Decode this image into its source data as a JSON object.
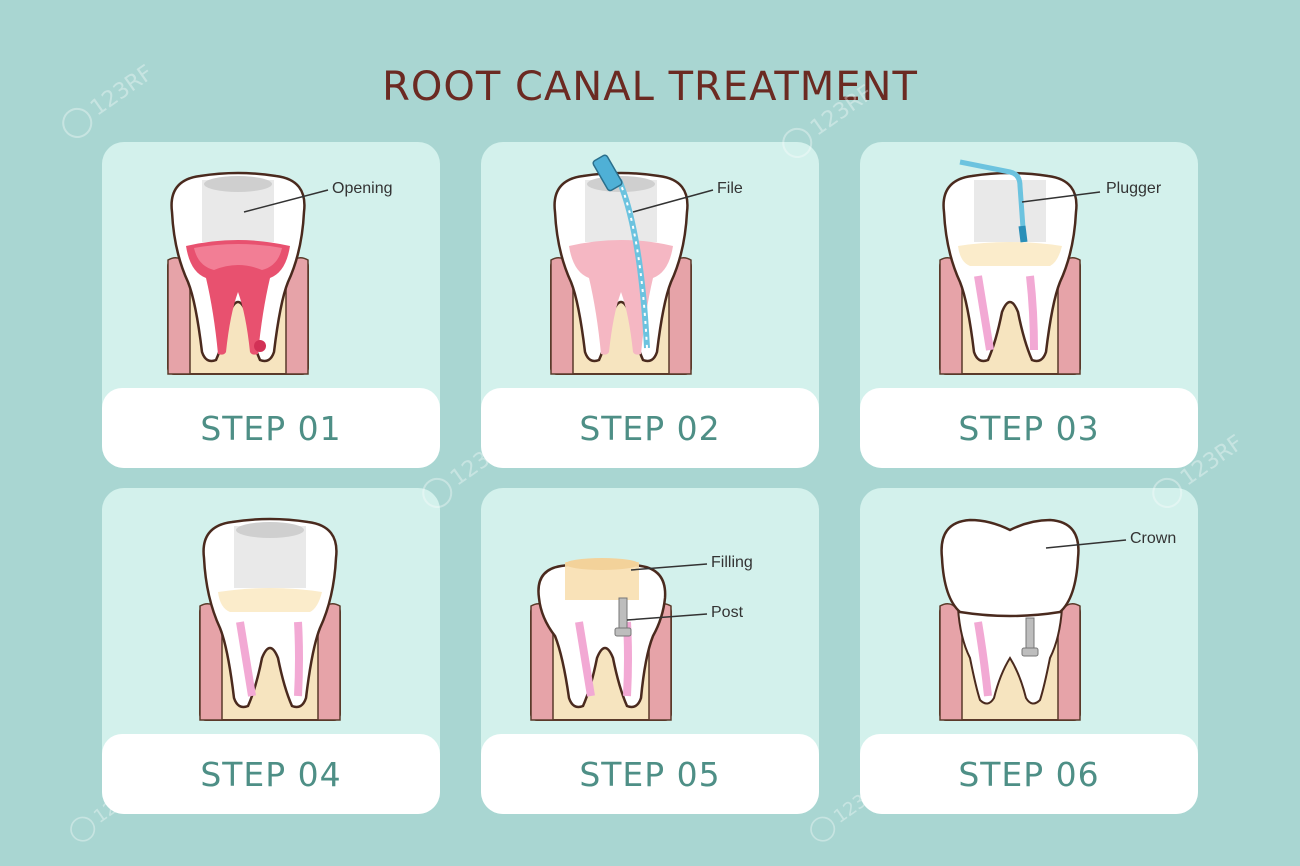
{
  "title": "ROOT CANAL TREATMENT",
  "steps": [
    {
      "label": "STEP 01",
      "callouts": [
        "Opening"
      ]
    },
    {
      "label": "STEP 02",
      "callouts": [
        "File"
      ]
    },
    {
      "label": "STEP 03",
      "callouts": [
        "Plugger"
      ]
    },
    {
      "label": "STEP 04",
      "callouts": []
    },
    {
      "label": "STEP 05",
      "callouts": [
        "Filling",
        "Post"
      ]
    },
    {
      "label": "STEP 06",
      "callouts": [
        "Crown"
      ]
    }
  ],
  "watermark": "123RF",
  "colors": {
    "background": "#a9d6d2",
    "card": "#d3f1ec",
    "title": "#6b2a22",
    "step_text": "#4e8f86",
    "pulp_inflamed": "#e8516f",
    "gum": "#e6a3a8",
    "bone": "#f6e4bf",
    "tool_blue": "#6cc3df"
  }
}
